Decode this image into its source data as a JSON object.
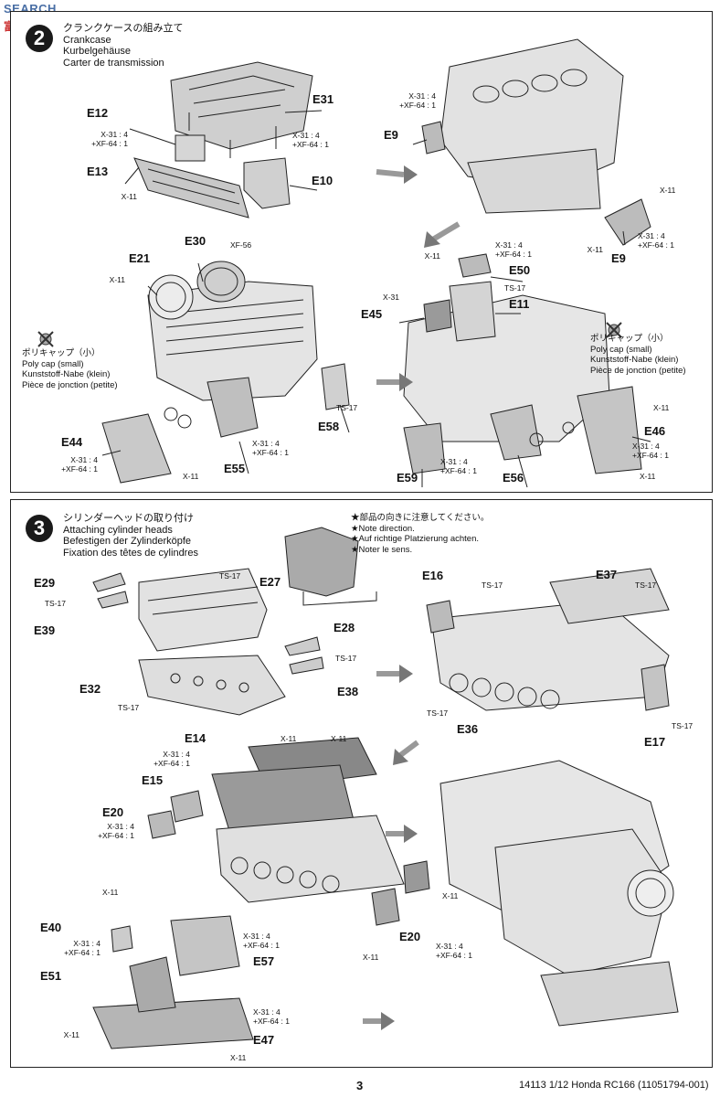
{
  "watermark": {
    "text": "SEARCH",
    "sub": "富"
  },
  "step2": {
    "number": "2",
    "title_ja": "クランクケースの組み立て",
    "title_en": "Crankcase",
    "title_de": "Kurbelgehäuse",
    "title_fr": "Carter de transmission",
    "parts": {
      "E31": "E31",
      "E12": "E12",
      "E13": "E13",
      "E10": "E10",
      "E9a": "E9",
      "E9b": "E9",
      "E30": "E30",
      "E21": "E21",
      "E50": "E50",
      "E11": "E11",
      "E45": "E45",
      "E44": "E44",
      "E55": "E55",
      "E58": "E58",
      "E59": "E59",
      "E56": "E56",
      "E46": "E46"
    },
    "paints": {
      "x31": "X-31 : 4",
      "xf64": "+XF-64 : 1",
      "x11": "X-11",
      "xf56": "XF-56",
      "ts17": "TS-17",
      "x31a": "X-31"
    },
    "polycap_left": [
      "ポリキャップ（小）",
      "Poly cap (small)",
      "Kunststoff-Nabe (klein)",
      "Pièce de jonction (petite)"
    ],
    "polycap_right": [
      "ポリキャップ（小）",
      "Poly cap (small)",
      "Kunststoff-Nabe (klein)",
      "Pièce de jonction (petite)"
    ]
  },
  "step3": {
    "number": "3",
    "title_ja": "シリンダーヘッドの取り付け",
    "title_en": "Attaching cylinder heads",
    "title_de": "Befestigen der Zylinderköpfe",
    "title_fr": "Fixation des têtes de cylindres",
    "notes": [
      "★部品の向きに注意してください。",
      "★Note direction.",
      "★Auf richtige Platzierung achten.",
      "★Noter le sens."
    ],
    "parts": {
      "E29": "E29",
      "E27": "E27",
      "E39": "E39",
      "E28": "E28",
      "E32": "E32",
      "E38": "E38",
      "E16": "E16",
      "E37": "E37",
      "E36": "E36",
      "E17": "E17",
      "E14": "E14",
      "E15": "E15",
      "E20a": "E20",
      "E20b": "E20",
      "E40": "E40",
      "E51": "E51",
      "E57": "E57",
      "E47": "E47"
    }
  },
  "footer": {
    "page": "3",
    "code": "14113  1/12 Honda RC166 (11051794-001)"
  }
}
